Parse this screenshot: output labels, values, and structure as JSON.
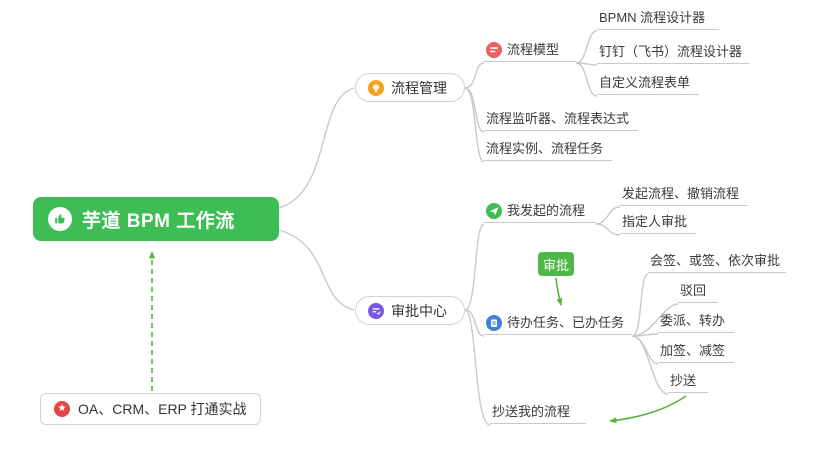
{
  "mindmap": {
    "root": {
      "label": "芋道 BPM 工作流"
    },
    "practice": {
      "label": "OA、CRM、ERP 打通实战"
    },
    "badge": {
      "label": "审批"
    },
    "process_mgmt": {
      "label": "流程管理"
    },
    "process_model": {
      "label": "流程模型"
    },
    "bpmn_designer": {
      "label": "BPMN 流程设计器"
    },
    "dingtalk_designer": {
      "label": "钉钉（飞书）流程设计器"
    },
    "custom_form": {
      "label": "自定义流程表单"
    },
    "listener_expression": {
      "label": "流程监听器、流程表达式"
    },
    "instance_task": {
      "label": "流程实例、流程任务"
    },
    "approval_center": {
      "label": "审批中心"
    },
    "my_initiated": {
      "label": "我发起的流程"
    },
    "initiate_revoke": {
      "label": "发起流程、撤销流程"
    },
    "assigned_approval": {
      "label": "指定人审批"
    },
    "todo_done": {
      "label": "待办任务、已办任务"
    },
    "countersign": {
      "label": "会签、或签、依次审批"
    },
    "reject": {
      "label": "驳回"
    },
    "delegate_transfer": {
      "label": "委派、转办"
    },
    "add_reduce_sign": {
      "label": "加签、减签"
    },
    "carbon_copy": {
      "label": "抄送"
    },
    "cc_my_process": {
      "label": "抄送我的流程"
    }
  },
  "colors": {
    "root_bg": "#3ebd55",
    "connector_gray": "#c9c9c9",
    "arrow_green": "#57b43a",
    "badge_bg": "#4fb848",
    "icon_bulb_orange": "#f5a31a",
    "icon_model_red": "#ee6161",
    "icon_send_green": "#3ebd55",
    "icon_todo_blue": "#3e82d9",
    "icon_approval_purple": "#7a58e6",
    "icon_star_red": "#e64545"
  }
}
